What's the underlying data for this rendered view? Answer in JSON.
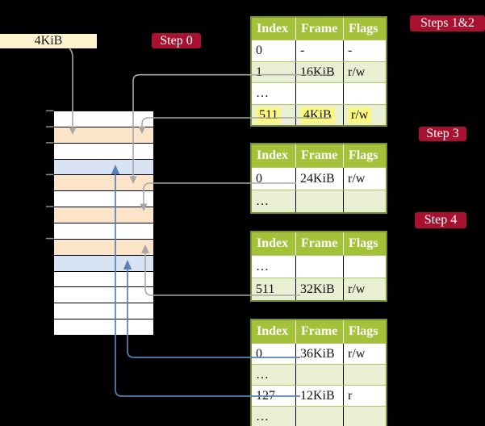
{
  "colors": {
    "background": "#000000",
    "cream": "#fcf3cf",
    "badge_red": "#a8112f",
    "header_green": "#a3c139",
    "row_pale_green": "#e9efd3",
    "row_orange": "#fce4c9",
    "row_blue": "#d8e4f4",
    "row_white": "#ffffff",
    "highlight_yellow": "#fbf77f",
    "table_border_olive": "#7d8f35",
    "arrow_gray": "#a8a8a8",
    "arrow_blue": "#5b80b6",
    "tick_gray": "#8c8c8c"
  },
  "cr3_box": {
    "label": "4KiB"
  },
  "badges": {
    "step0": "Step 0",
    "steps12": "Steps 1&2",
    "step3": "Step 3",
    "step4": "Step 4"
  },
  "tables": [
    {
      "headers": [
        "Index",
        "Frame",
        "Flags"
      ],
      "rows": [
        {
          "cells": [
            "0",
            "-",
            "-"
          ]
        },
        {
          "cells": [
            "1",
            "16KiB",
            "r/w"
          ]
        },
        {
          "cells": [
            "…",
            "",
            ""
          ]
        },
        {
          "cells": [
            "511",
            "4KiB",
            "r/w"
          ],
          "highlighted": true
        }
      ]
    },
    {
      "headers": [
        "Index",
        "Frame",
        "Flags"
      ],
      "rows": [
        {
          "cells": [
            "0",
            "24KiB",
            "r/w"
          ]
        },
        {
          "cells": [
            "…",
            "",
            ""
          ]
        }
      ]
    },
    {
      "headers": [
        "Index",
        "Frame",
        "Flags"
      ],
      "rows": [
        {
          "cells": [
            "…",
            "",
            ""
          ]
        },
        {
          "cells": [
            "511",
            "32KiB",
            "r/w"
          ]
        }
      ]
    },
    {
      "headers": [
        "Index",
        "Frame",
        "Flags"
      ],
      "rows": [
        {
          "cells": [
            "0",
            "36KiB",
            "r/w"
          ]
        },
        {
          "cells": [
            "…",
            "",
            ""
          ]
        },
        {
          "cells": [
            "127",
            "12KiB",
            "r"
          ]
        },
        {
          "cells": [
            "…",
            "",
            ""
          ]
        }
      ]
    }
  ],
  "memory": {
    "rows": [
      {
        "fill": "#ffffff"
      },
      {
        "fill": "#fce4c9"
      },
      {
        "fill": "#ffffff"
      },
      {
        "fill": "#d8e4f4"
      },
      {
        "fill": "#fce4c9"
      },
      {
        "fill": "#ffffff"
      },
      {
        "fill": "#fce4c9"
      },
      {
        "fill": "#ffffff"
      },
      {
        "fill": "#fce4c9"
      },
      {
        "fill": "#d8e4f4"
      },
      {
        "fill": "#ffffff"
      },
      {
        "fill": "#ffffff"
      },
      {
        "fill": "#ffffff"
      },
      {
        "fill": "#ffffff"
      }
    ]
  }
}
